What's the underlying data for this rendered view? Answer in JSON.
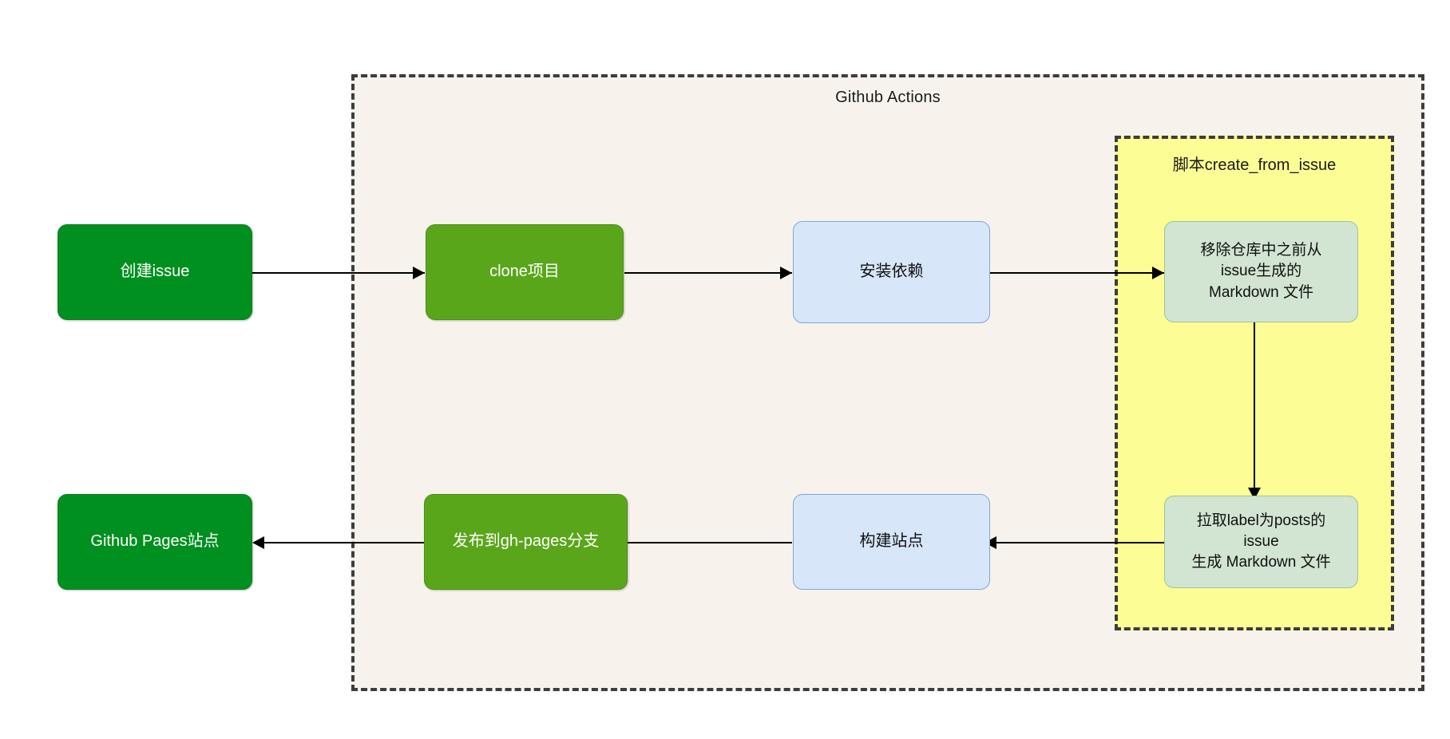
{
  "diagram": {
    "title_group": "Github Actions",
    "script_group": "脚本create_from_issue",
    "colors": {
      "canvas_background": "#ffffff",
      "actions_background": "#f7f3ec",
      "script_background": "#fdfd96",
      "dark_green_node": "#00901f",
      "green_node": "#5aa61b",
      "blue_node": "#d8e6fa",
      "pale_green_node": "#d2e4d2",
      "border_dashed": "#3d3d3d",
      "connector": "#000000"
    },
    "nodes": {
      "create_issue": "创建issue",
      "clone_project": "clone项目",
      "install_deps": "安装依赖",
      "remove_markdown": "移除仓库中之前从\nissue生成的\nMarkdown 文件",
      "fetch_posts": "拉取label为posts的\nissue\n生成 Markdown 文件",
      "build_site": "构建站点",
      "publish_branch": "发布到gh-pages分支",
      "github_pages": "Github Pages站点"
    },
    "edges": [
      {
        "from": "创建issue",
        "to": "clone项目",
        "direction": "right"
      },
      {
        "from": "clone项目",
        "to": "安装依赖",
        "direction": "right"
      },
      {
        "from": "安装依赖",
        "to": "移除仓库中之前从issue生成的Markdown 文件",
        "direction": "right"
      },
      {
        "from": "移除仓库中之前从issue生成的Markdown 文件",
        "to": "拉取label为posts的issue生成 Markdown 文件",
        "direction": "down"
      },
      {
        "from": "拉取label为posts的issue生成 Markdown 文件",
        "to": "构建站点",
        "direction": "left"
      },
      {
        "from": "构建站点",
        "to": "发布到gh-pages分支",
        "direction": "left"
      },
      {
        "from": "发布到gh-pages分支",
        "to": "Github Pages站点",
        "direction": "left"
      }
    ]
  }
}
